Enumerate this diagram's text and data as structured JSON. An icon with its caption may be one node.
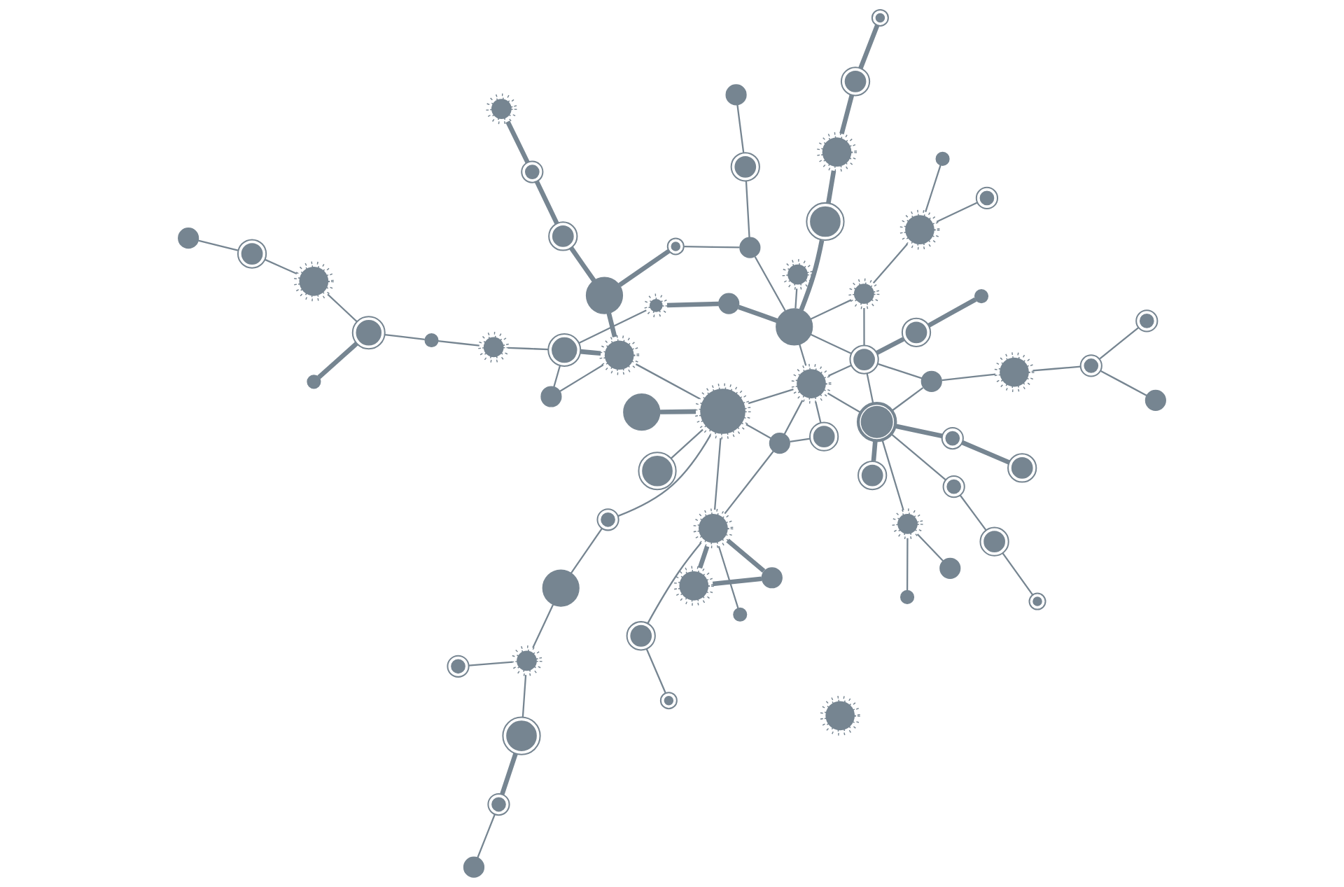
{
  "diagram": {
    "nodes": [
      {
        "text": [],
        "shape": "circle"
      },
      {
        "text": [],
        "shape": "circle"
      },
      {
        "text": [],
        "shape": "circle"
      },
      {
        "text": [],
        "shape": "circle"
      },
      {
        "text": [],
        "shape": "circle"
      },
      {
        "text": [],
        "shape": "circle"
      },
      {
        "text": [],
        "shape": "circle"
      },
      {
        "text": [],
        "shape": "circle"
      },
      {
        "text": [],
        "shape": "circle"
      },
      {
        "text": [],
        "shape": "circle"
      },
      {
        "text": [],
        "shape": "circle"
      },
      {
        "text": [],
        "shape": "circle"
      },
      {
        "text": [],
        "shape": "circle"
      },
      {
        "text": [],
        "shape": "circle"
      },
      {
        "text": [],
        "shape": "circle"
      },
      {
        "text": [],
        "shape": "circle"
      },
      {
        "text": [],
        "shape": "circle"
      },
      {
        "text": [],
        "shape": "circle"
      },
      {
        "text": [],
        "shape": "circle"
      },
      {
        "text": [],
        "shape": "circle"
      },
      {
        "text": [],
        "shape": "circle"
      },
      {
        "text": [],
        "shape": "circle"
      },
      {
        "text": [],
        "shape": "circle"
      },
      {
        "text": [],
        "shape": "circle"
      },
      {
        "text": [],
        "shape": "circle"
      },
      {
        "text": [],
        "shape": "circle"
      },
      {
        "text": [],
        "shape": "circle"
      },
      {
        "text": [],
        "shape": "circle"
      },
      {
        "text": [],
        "shape": "circle"
      },
      {
        "text": [],
        "shape": "circle"
      },
      {
        "text": [],
        "shape": "circle"
      },
      {
        "text": [],
        "shape": "circle"
      },
      {
        "text": [],
        "shape": "circle"
      },
      {
        "text": [],
        "shape": "circle"
      },
      {
        "text": [],
        "shape": "circle"
      },
      {
        "text": [],
        "shape": "circle"
      },
      {
        "text": [],
        "shape": "circle"
      },
      {
        "text": [],
        "shape": "circle"
      },
      {
        "text": [],
        "shape": "circle"
      },
      {
        "text": [],
        "shape": "circle"
      },
      {
        "text": [],
        "shape": "circle"
      },
      {
        "text": [],
        "shape": "circle"
      },
      {
        "text": [],
        "shape": "circle"
      },
      {
        "text": [],
        "shape": "circle"
      },
      {
        "text": [],
        "shape": "circle"
      },
      {
        "text": [],
        "shape": "circle"
      },
      {
        "text": [],
        "shape": "circle"
      },
      {
        "text": [],
        "shape": "circle"
      },
      {
        "text": [],
        "shape": "circle"
      },
      {
        "text": [],
        "shape": "circle"
      },
      {
        "text": [],
        "shape": "circle"
      },
      {
        "text": [],
        "shape": "circle"
      },
      {
        "text": [],
        "shape": "circle"
      },
      {
        "text": [],
        "shape": "circle"
      },
      {
        "text": [],
        "shape": "circle"
      },
      {
        "text": [],
        "shape": "circle"
      },
      {
        "text": [],
        "shape": "circle"
      },
      {
        "text": [],
        "shape": "circle"
      },
      {
        "text": [],
        "shape": "circle"
      },
      {
        "text": [],
        "shape": "circle"
      },
      {
        "text": [],
        "shape": "circle"
      },
      {
        "text": [],
        "shape": "circle"
      },
      {
        "text": [],
        "shape": "circle"
      },
      {
        "text": [],
        "shape": "circle"
      },
      {
        "text": [],
        "shape": "circle"
      },
      {
        "text": [],
        "shape": "circle"
      },
      {
        "text": [],
        "shape": "circle"
      },
      {
        "text": [],
        "shape": "circle"
      }
    ],
    "edges": [
      {
        "from": 0,
        "to": 7,
        "arrow": "none"
      },
      {
        "from": 7,
        "to": 4,
        "arrow": "none"
      },
      {
        "from": 7,
        "to": 18,
        "arrow": "none"
      },
      {
        "from": 3,
        "to": 12,
        "arrow": "none"
      },
      {
        "from": 12,
        "to": 19,
        "arrow": "none"
      },
      {
        "from": 12,
        "to": 23,
        "arrow": "none"
      },
      {
        "from": 8,
        "to": 18,
        "arrow": "none",
        "style": "thick"
      },
      {
        "from": 15,
        "to": 14,
        "arrow": "none",
        "style": "thick"
      },
      {
        "from": 14,
        "to": 18,
        "arrow": "none",
        "style": "thick"
      },
      {
        "from": 23,
        "to": 26,
        "arrow": "none"
      },
      {
        "from": 26,
        "to": 18,
        "arrow": "none"
      },
      {
        "from": 26,
        "to": 34,
        "arrow": "none"
      },
      {
        "from": 18,
        "to": 13,
        "arrow": "none"
      },
      {
        "from": 13,
        "to": 6,
        "arrow": "none"
      },
      {
        "from": 6,
        "to": 1,
        "arrow": "none"
      },
      {
        "from": 5,
        "to": 17,
        "arrow": "none"
      },
      {
        "from": 17,
        "to": 25,
        "arrow": "none"
      },
      {
        "from": 25,
        "to": 30,
        "arrow": "none"
      },
      {
        "from": 30,
        "to": 33,
        "arrow": "none",
        "style": "thick"
      },
      {
        "from": 30,
        "to": 40,
        "arrow": "none"
      },
      {
        "from": 40,
        "to": 42,
        "arrow": "none"
      },
      {
        "from": 42,
        "to": 53,
        "arrow": "none"
      },
      {
        "from": 18,
        "to": 37,
        "arrow": "none"
      },
      {
        "from": 18,
        "to": 34,
        "arrow": "none"
      },
      {
        "from": 34,
        "to": 36,
        "arrow": "none",
        "style": "thick"
      },
      {
        "from": 36,
        "to": 44,
        "arrow": "none",
        "style": "thick"
      },
      {
        "from": 34,
        "to": 37,
        "arrow": "none"
      },
      {
        "from": 34,
        "to": 50,
        "arrow": "none"
      },
      {
        "from": 34,
        "to": 52,
        "arrow": "none"
      },
      {
        "from": 32,
        "to": 41,
        "arrow": "none"
      },
      {
        "from": 32,
        "to": 49,
        "arrow": "none"
      },
      {
        "from": 32,
        "to": 50,
        "arrow": "none"
      },
      {
        "from": 50,
        "to": 52,
        "arrow": "none"
      },
      {
        "from": 46,
        "to": 52,
        "arrow": "none",
        "style": "thick"
      },
      {
        "from": 46,
        "to": 55,
        "arrow": "none",
        "style": "thick"
      },
      {
        "from": 55,
        "to": 57,
        "arrow": "none",
        "style": "thick"
      },
      {
        "from": 57,
        "to": 65,
        "arrow": "none",
        "style": "thick"
      },
      {
        "from": 52,
        "to": 64,
        "arrow": "none"
      },
      {
        "from": 52,
        "to": 58,
        "arrow": "none",
        "style": "thick"
      },
      {
        "from": 58,
        "to": 59,
        "arrow": "none",
        "style": "thick"
      },
      {
        "from": 59,
        "to": 53,
        "arrow": "none"
      },
      {
        "from": 53,
        "to": 47,
        "arrow": "none"
      },
      {
        "from": 53,
        "to": 51,
        "arrow": "none",
        "style": "thick"
      },
      {
        "from": 47,
        "to": 51,
        "arrow": "none"
      },
      {
        "from": 52,
        "to": 37,
        "arrow": "none"
      },
      {
        "from": 52,
        "to": 61,
        "arrow": "none"
      },
      {
        "from": 61,
        "to": 63,
        "arrow": "none"
      },
      {
        "from": 61,
        "to": 66,
        "arrow": "none"
      },
      {
        "from": 66,
        "to": 67,
        "arrow": "none"
      },
      {
        "from": 63,
        "to": 56,
        "arrow": "none",
        "style": "thick"
      },
      {
        "from": 51,
        "to": 56,
        "arrow": "none",
        "style": "thick"
      },
      {
        "from": 56,
        "to": 60,
        "arrow": "none",
        "style": "thick"
      },
      {
        "from": 60,
        "to": 54,
        "arrow": "none",
        "style": "thick"
      },
      {
        "from": 54,
        "to": 62,
        "arrow": "none",
        "style": "thick"
      },
      {
        "from": 51,
        "to": 45,
        "arrow": "none"
      },
      {
        "from": 37,
        "to": 45,
        "arrow": "none"
      },
      {
        "from": 37,
        "to": 22,
        "arrow": "none"
      },
      {
        "from": 37,
        "to": 31,
        "arrow": "none"
      },
      {
        "from": 22,
        "to": 31,
        "arrow": "none"
      },
      {
        "from": 22,
        "to": 24,
        "arrow": "none"
      },
      {
        "from": 22,
        "to": 45,
        "arrow": "none"
      },
      {
        "from": 28,
        "to": 45,
        "arrow": "none",
        "style": "thick"
      },
      {
        "from": 45,
        "to": 24,
        "arrow": "none"
      },
      {
        "from": 45,
        "to": 39,
        "arrow": "none"
      },
      {
        "from": 39,
        "to": 43,
        "arrow": "none"
      },
      {
        "from": 43,
        "to": 35,
        "arrow": "none"
      },
      {
        "from": 35,
        "to": 29,
        "arrow": "none"
      },
      {
        "from": 35,
        "to": 38,
        "arrow": "none"
      },
      {
        "from": 29,
        "to": 20,
        "arrow": "none",
        "style": "thick"
      },
      {
        "from": 20,
        "to": 21,
        "arrow": "none"
      },
      {
        "from": 45,
        "to": 48,
        "arrow": "none"
      },
      {
        "from": 10,
        "to": 16,
        "arrow": "none",
        "style": "thick"
      },
      {
        "from": 10,
        "to": 24,
        "arrow": "none",
        "style": "thick"
      },
      {
        "from": 16,
        "to": 24,
        "arrow": "none",
        "style": "thick"
      },
      {
        "from": 24,
        "to": 11,
        "arrow": "none"
      },
      {
        "from": 11,
        "to": 2,
        "arrow": "none"
      },
      {
        "from": 24,
        "to": 9,
        "arrow": "none"
      }
    ]
  }
}
